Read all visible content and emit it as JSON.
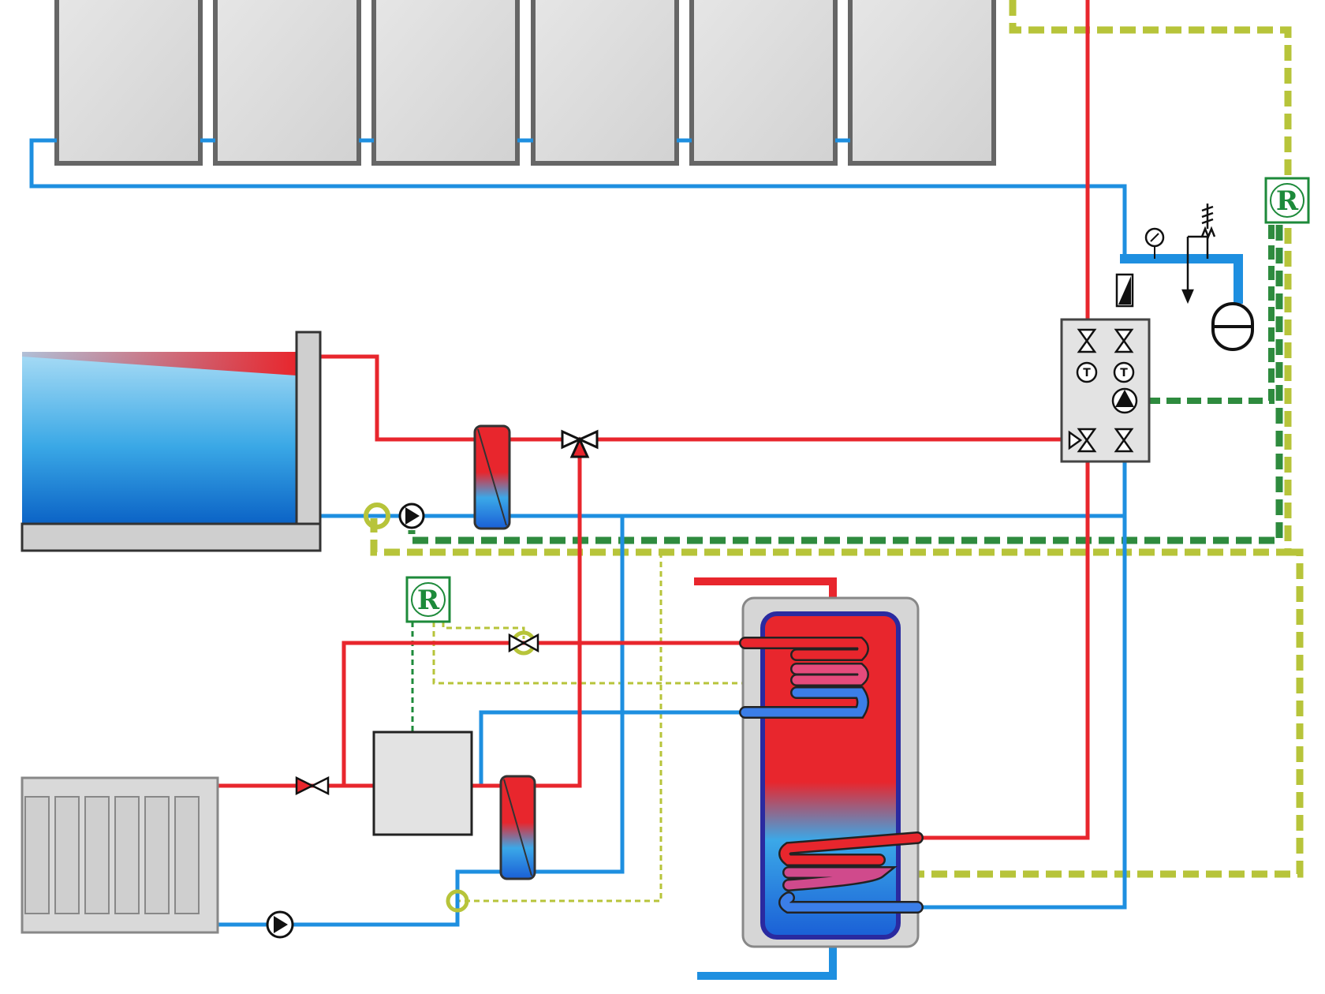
{
  "diagram": {
    "controller_top_label": "R",
    "controller_bottom_label": "R",
    "temperature_sensor_1": "T",
    "temperature_sensor_2": "T"
  },
  "colors": {
    "hot_line": "#e8262d",
    "cold_line": "#1e8fe0",
    "control_dark_green": "#2e8b3e",
    "control_olive": "#b7c43a",
    "panel_fill": "#dcdcdc",
    "panel_border": "#6b6b6b",
    "controller_green": "#1d8a3a"
  },
  "components": [
    "solar-collector-array",
    "swimming-pool",
    "pool-heat-exchanger",
    "solar-station",
    "expansion-vessel",
    "heat-storage-tank",
    "boiler",
    "radiator",
    "secondary-heat-exchanger"
  ]
}
